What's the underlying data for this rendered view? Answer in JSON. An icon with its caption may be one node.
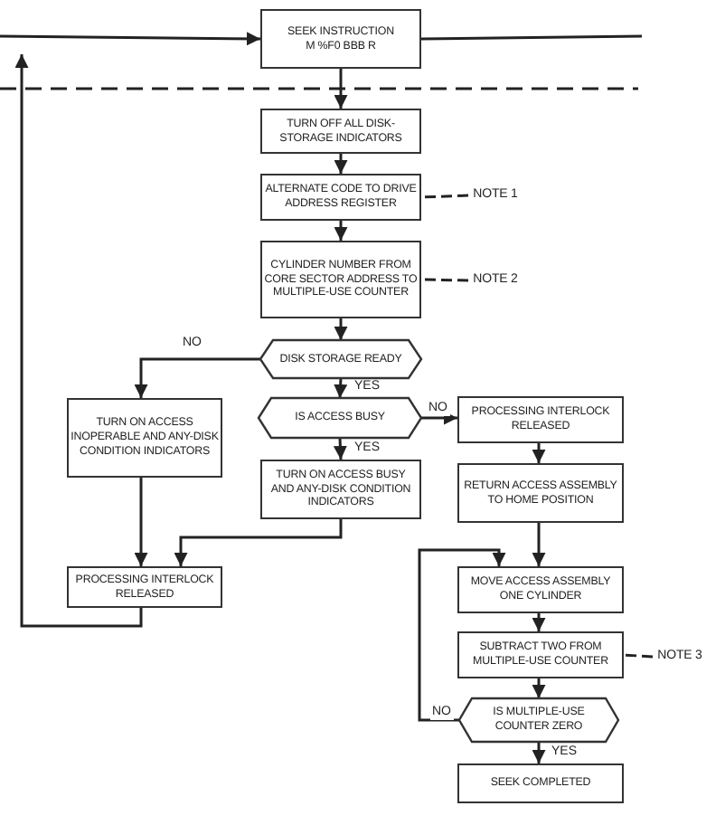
{
  "diagram": {
    "nodes": [
      {
        "text": [
          "SEEK INSTRUCTION",
          "M %F0 BBB R"
        ]
      },
      {
        "text": [
          "TURN OFF ALL DISK-STORAGE INDICATORS"
        ]
      },
      {
        "text": [
          "ALTERNATE CODE TO DRIVE ADDRESS REGISTER"
        ]
      },
      {
        "text": [
          "CYLINDER NUMBER FROM CORE SECTOR ADDRESS TO MULTIPLE-USE COUNTER"
        ]
      },
      {
        "text": [
          "DISK STORAGE READY"
        ]
      },
      {
        "text": [
          "TURN ON ACCESS INOPERABLE AND ANY-DISK CONDITION INDICATORS"
        ]
      },
      {
        "text": [
          "IS ACCESS BUSY"
        ]
      },
      {
        "text": [
          "TURN ON ACCESS BUSY AND ANY-DISK CONDITION INDICATORS"
        ]
      },
      {
        "text": [
          "PROCESSING INTERLOCK RELEASED"
        ]
      },
      {
        "text": [
          "RETURN ACCESS ASSEMBLY TO HOME POSITION"
        ]
      },
      {
        "text": [
          "PROCESSING INTERLOCK RELEASED"
        ]
      },
      {
        "text": [
          "MOVE ACCESS ASSEMBLY ONE CYLINDER"
        ]
      },
      {
        "text": [
          "SUBTRACT TWO FROM MULTIPLE-USE COUNTER"
        ]
      },
      {
        "text": [
          "IS MULTIPLE-USE COUNTER ZERO"
        ]
      },
      {
        "text": [
          "SEEK COMPLETED"
        ]
      },
      {
        "text": [
          "NOTE 1"
        ]
      },
      {
        "text": [
          "NOTE 2"
        ]
      },
      {
        "text": [
          "NOTE 3"
        ]
      }
    ],
    "edges": [
      {
        "from": null,
        "to": 0,
        "arrow": "to"
      },
      {
        "from": 0,
        "to": null,
        "arrow": "none"
      },
      {
        "from": 0,
        "to": 1,
        "arrow": "to"
      },
      {
        "from": 1,
        "to": 2,
        "arrow": "to"
      },
      {
        "from": 2,
        "to": 3,
        "arrow": "to"
      },
      {
        "from": 3,
        "to": 4,
        "arrow": "to"
      },
      {
        "from": 4,
        "to": 5,
        "arrow": "to",
        "label": "NO"
      },
      {
        "from": 4,
        "to": 6,
        "arrow": "to",
        "label": "YES"
      },
      {
        "from": 6,
        "to": 8,
        "arrow": "to",
        "label": "NO"
      },
      {
        "from": 6,
        "to": 7,
        "arrow": "to",
        "label": "YES"
      },
      {
        "from": 5,
        "to": 10,
        "arrow": "to"
      },
      {
        "from": 7,
        "to": 10,
        "arrow": "to"
      },
      {
        "from": 8,
        "to": 9,
        "arrow": "to"
      },
      {
        "from": 9,
        "to": 11,
        "arrow": "to"
      },
      {
        "from": 10,
        "to": null,
        "arrow": "to"
      },
      {
        "from": 11,
        "to": 12,
        "arrow": "to"
      },
      {
        "from": 12,
        "to": 13,
        "arrow": "to"
      },
      {
        "from": 13,
        "to": 14,
        "arrow": "to",
        "label": "YES"
      },
      {
        "from": 13,
        "to": 11,
        "arrow": "to",
        "label": "NO"
      },
      {
        "from": 15,
        "to": 2,
        "arrow": "none",
        "style": "dashed"
      },
      {
        "from": 16,
        "to": 3,
        "arrow": "none",
        "style": "dashed"
      },
      {
        "from": 17,
        "to": 12,
        "arrow": "none",
        "style": "dashed"
      }
    ]
  }
}
